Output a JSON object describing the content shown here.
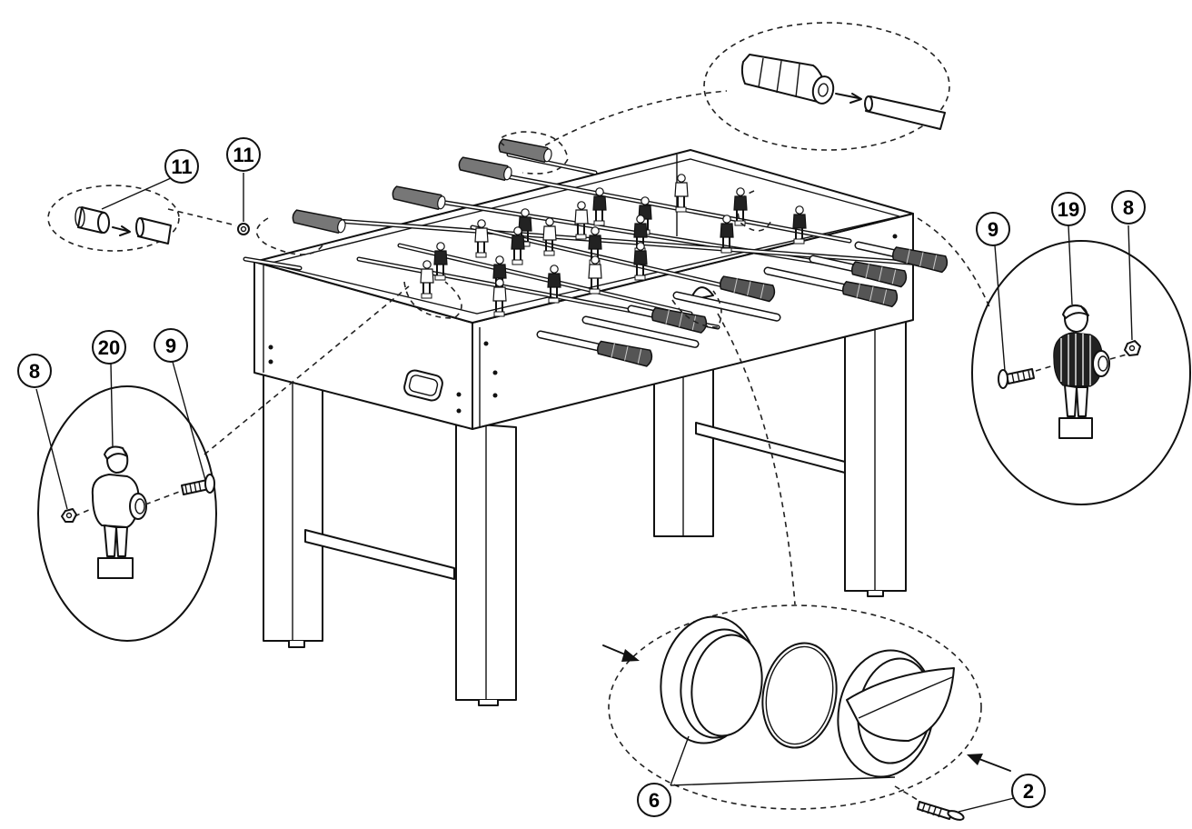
{
  "callouts": {
    "c11a": "11",
    "c11b": "11",
    "c9left": "9",
    "c19": "19",
    "c8right": "8",
    "c8left": "8",
    "c20": "20",
    "c9right": "9",
    "c6": "6",
    "c2": "2"
  },
  "icons": [
    "rod-bumper-icon",
    "handle-grip-icon",
    "player-figure-icon",
    "screw-icon",
    "nut-icon",
    "ball-return-cup-icon",
    "arrow-icon"
  ]
}
